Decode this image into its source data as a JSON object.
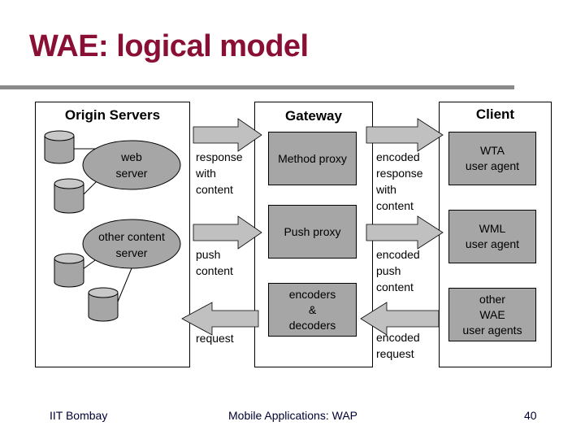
{
  "slide": {
    "title": "WAE: logical model",
    "accent_color": "#8a0f34"
  },
  "origin_servers": {
    "title": "Origin Servers",
    "web_server": [
      "web",
      "server"
    ],
    "other_server": [
      "other content",
      "server"
    ]
  },
  "gateway": {
    "title": "Gateway",
    "method_proxy": "Method proxy",
    "push_proxy": "Push proxy",
    "encoders": [
      "encoders",
      "&",
      "decoders"
    ]
  },
  "client": {
    "title": "Client",
    "wta": [
      "WTA",
      "user agent"
    ],
    "wml": [
      "WML",
      "user agent"
    ],
    "other": [
      "other",
      "WAE",
      "user agents"
    ]
  },
  "flows_left": {
    "response": [
      "response",
      "with",
      "content"
    ],
    "push": [
      "push",
      "content"
    ],
    "request": "request"
  },
  "flows_right": {
    "response": [
      "encoded",
      "response",
      "with",
      "content"
    ],
    "push": [
      "encoded",
      "push",
      "content"
    ],
    "request": [
      "encoded",
      "request"
    ]
  },
  "footer": {
    "left": "IIT Bombay",
    "center": "Mobile Applications: WAP",
    "page": "40"
  }
}
